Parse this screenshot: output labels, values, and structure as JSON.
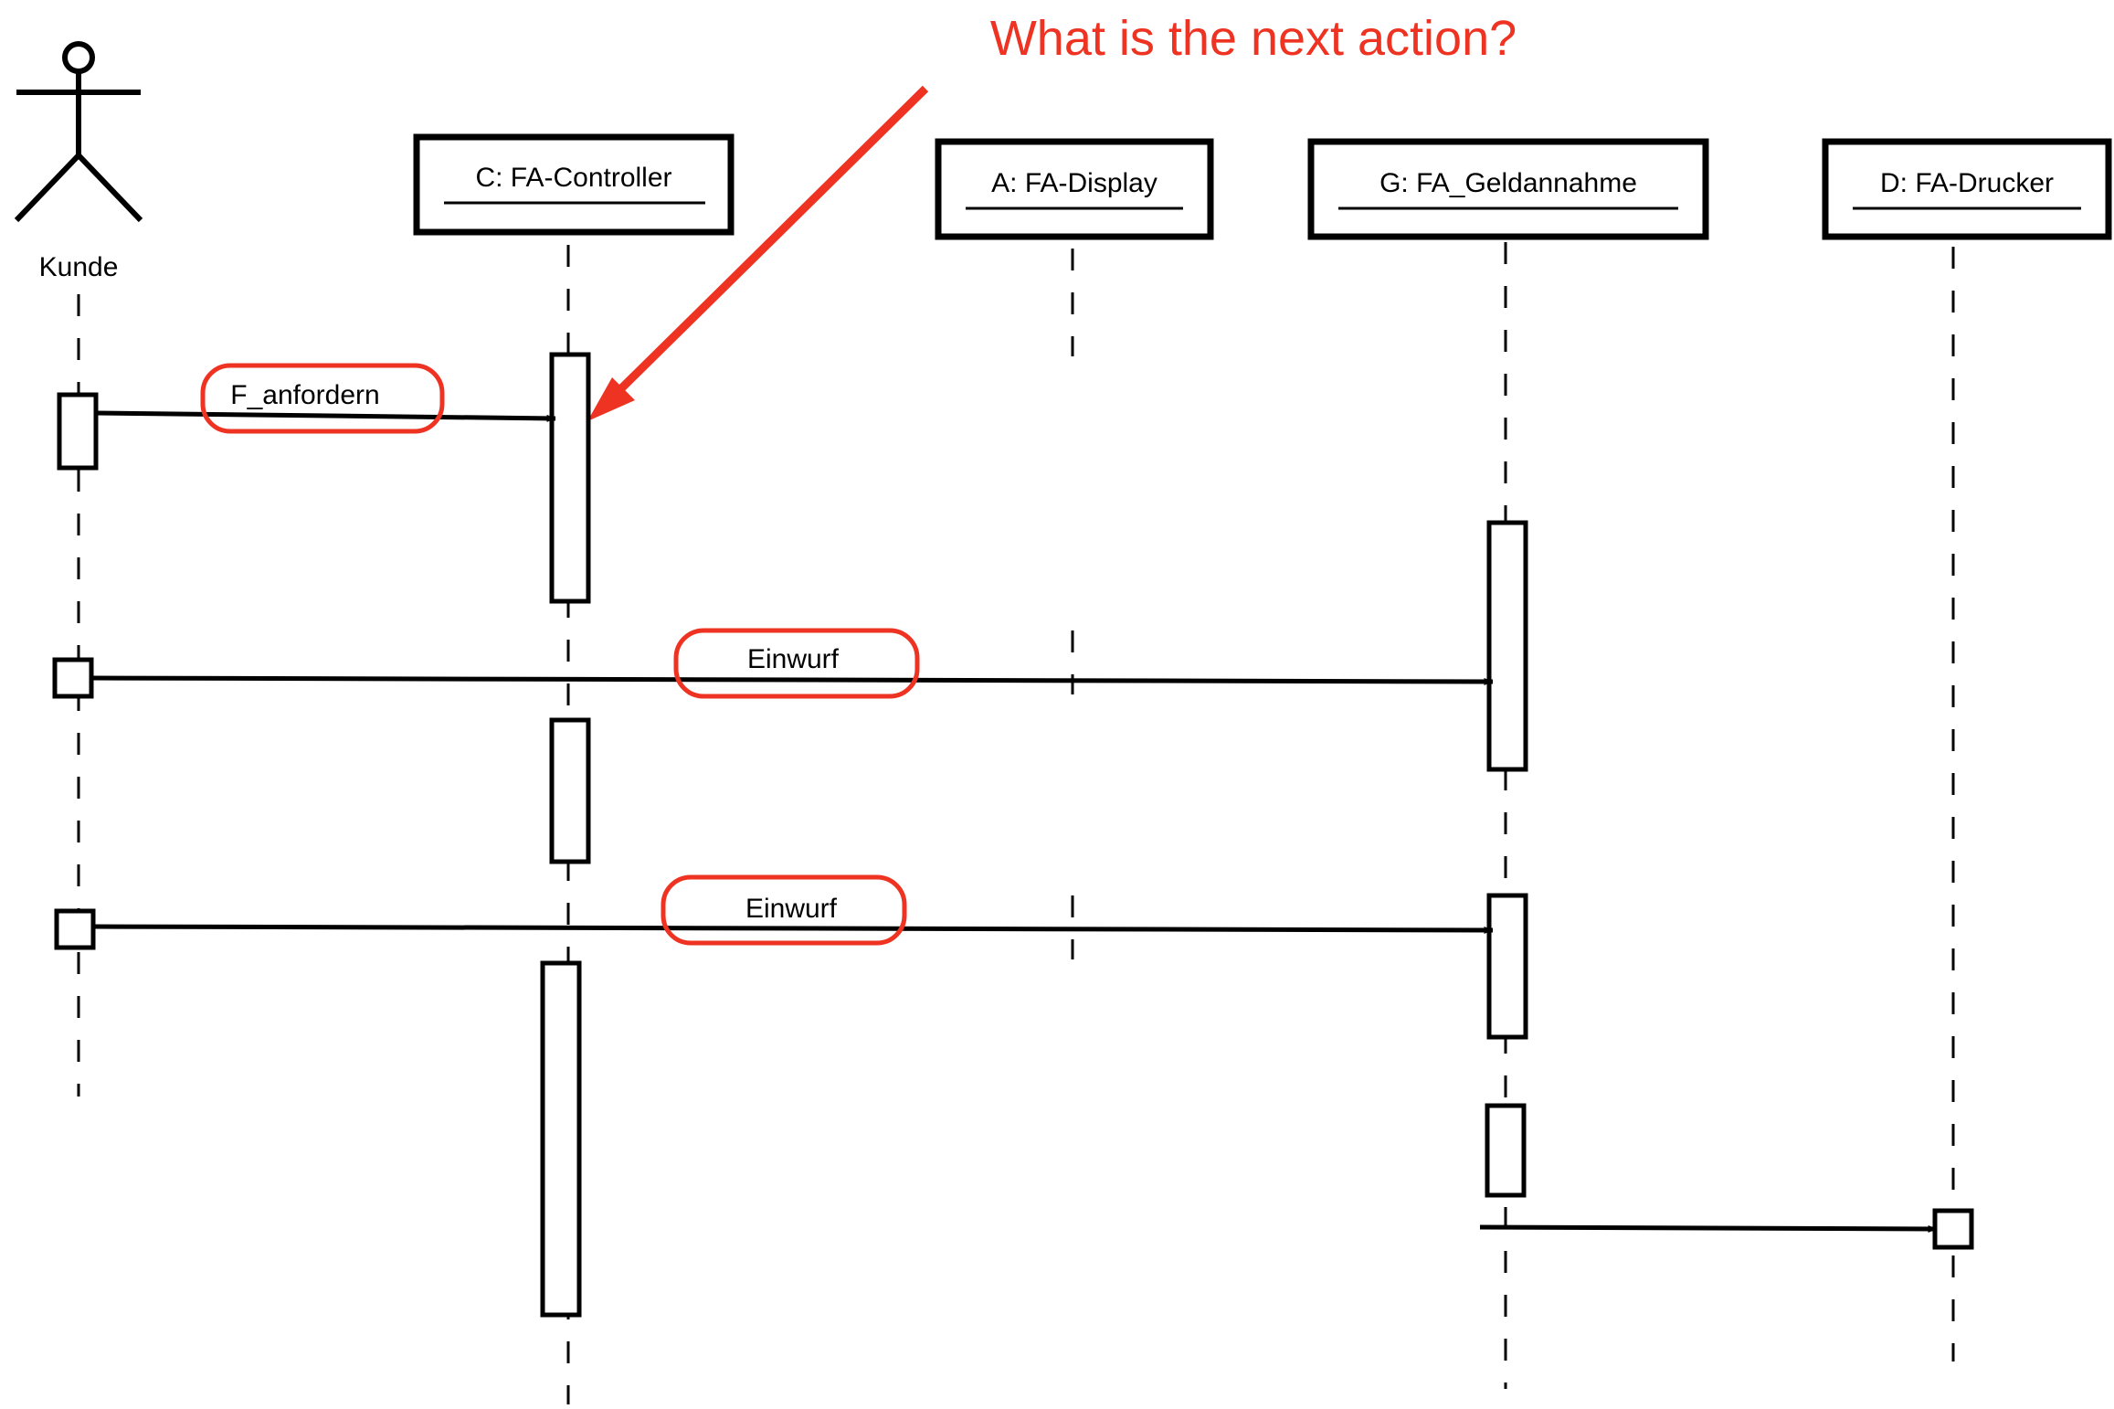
{
  "question": "What is the next action?",
  "actor": {
    "label": "Kunde"
  },
  "lifelines": [
    {
      "id": "controller",
      "label": "C: FA-Controller"
    },
    {
      "id": "display",
      "label": "A: FA-Display"
    },
    {
      "id": "geldannahme",
      "label": "G: FA_Geldannahme"
    },
    {
      "id": "drucker",
      "label": "D: FA-Drucker"
    }
  ],
  "messages": [
    {
      "label": "F_anfordern",
      "from": "Kunde",
      "to": "C: FA-Controller"
    },
    {
      "label": "Einwurf",
      "from": "Kunde",
      "to": "G: FA_Geldannahme"
    },
    {
      "label": "Einwurf",
      "from": "Kunde",
      "to": "G: FA_Geldannahme"
    },
    {
      "label": "",
      "from": "G: FA_Geldannahme",
      "to": "D: FA-Drucker"
    }
  ],
  "colors": {
    "highlight": "#ee3322",
    "ink": "#000000"
  }
}
